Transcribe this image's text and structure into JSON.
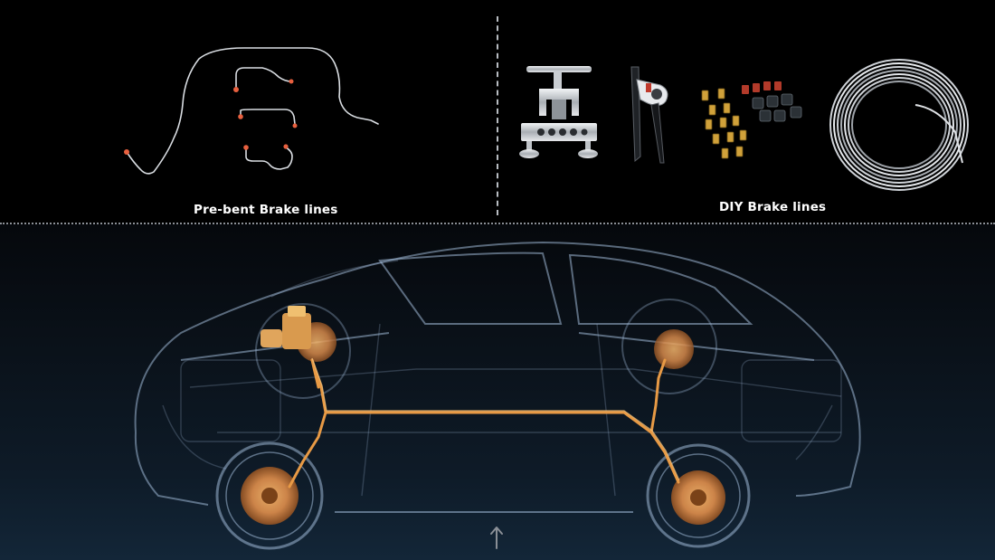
{
  "panels": {
    "left_caption": "Pre-bent Brake lines",
    "right_caption": "DIY Brake lines"
  },
  "icons": {
    "prebent": "prebent-brake-lines-icon",
    "flaring_tool": "flaring-tool-icon",
    "tube_bender": "tube-bender-icon",
    "fittings": "brake-fittings-icon",
    "coil": "brake-line-coil-icon",
    "car": "car-xray-illustration",
    "arrow": "up-arrow-icon"
  },
  "colors": {
    "background": "#000000",
    "brake_line": "#e89a45",
    "car_outline": "#9fb8d6",
    "caption": "#ffffff"
  }
}
